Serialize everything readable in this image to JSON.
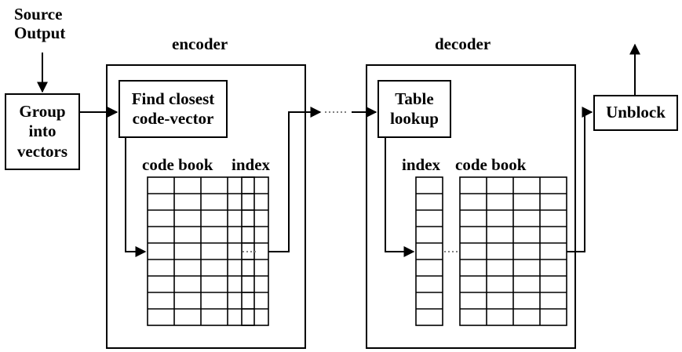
{
  "diagram": {
    "title": "Vector Quantization Encoder/Decoder Block Diagram",
    "stroke_color": "#000000",
    "background_color": "#ffffff",
    "dotted_color": "#808080"
  },
  "labels": {
    "source_output_line1": "Source",
    "source_output_line2": "Output",
    "encoder": "encoder",
    "decoder": "decoder"
  },
  "blocks": {
    "group_into_vectors": {
      "line1": "Group",
      "line2": "into",
      "line3": "vectors"
    },
    "find_closest": {
      "line1": "Find closest",
      "line2": "code-vector"
    },
    "table_lookup": {
      "line1": "Table",
      "line2": "lookup"
    },
    "unblock": {
      "label": "Unblock"
    }
  },
  "tables": {
    "encoder_codebook": {
      "title": "code book",
      "columns": 4,
      "rows": 9
    },
    "encoder_index": {
      "title": "index",
      "columns": 1,
      "rows": 9
    },
    "decoder_index": {
      "title": "index",
      "columns": 1,
      "rows": 9
    },
    "decoder_codebook": {
      "title": "code book",
      "columns": 4,
      "rows": 9
    }
  },
  "connections": [
    {
      "name": "source-to-group",
      "style": "solid-arrow"
    },
    {
      "name": "group-to-find-closest",
      "style": "solid-arrow"
    },
    {
      "name": "find-closest-to-codebook",
      "style": "solid-arrow"
    },
    {
      "name": "codebook-to-index",
      "style": "dotted"
    },
    {
      "name": "index-to-channel-out",
      "style": "solid-arrow"
    },
    {
      "name": "channel-encoder-to-decoder",
      "style": "dotted"
    },
    {
      "name": "channel-to-table-lookup",
      "style": "solid-arrow"
    },
    {
      "name": "table-lookup-to-index",
      "style": "solid-arrow"
    },
    {
      "name": "index-to-codebook",
      "style": "dotted"
    },
    {
      "name": "codebook-to-unblock",
      "style": "solid-arrow"
    },
    {
      "name": "unblock-to-output",
      "style": "solid-arrow"
    }
  ]
}
